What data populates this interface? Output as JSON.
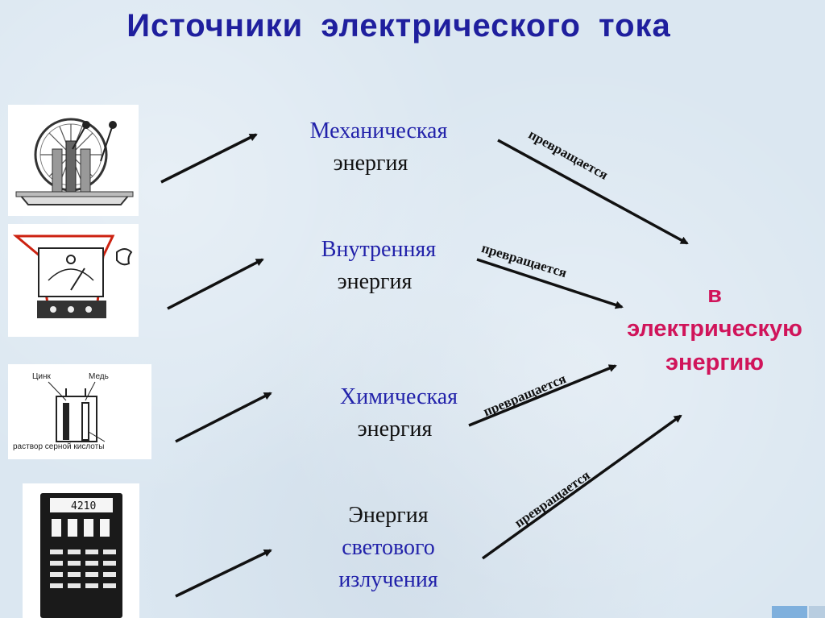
{
  "title": "Источники электрического тока",
  "sources": [
    {
      "id": "mechanical",
      "line1": "Механическая",
      "line2": "энергия"
    },
    {
      "id": "internal",
      "line1": "Внутренняя",
      "line2": "энергия"
    },
    {
      "id": "chemical",
      "line1": "Химическая",
      "line2": "энергия"
    },
    {
      "id": "light",
      "line1": "Энергия",
      "line2": "светового",
      "line3": "излучения"
    }
  ],
  "target": {
    "line1": "в",
    "line2": "электрическую",
    "line3": "энергию"
  },
  "arrow_label": "превращается",
  "chemical_device": {
    "zinc": "Цинк",
    "copper": "Медь",
    "acid": "раствор серной кислоты"
  },
  "calculator_display": "4210",
  "colors": {
    "title": "#1f1f9e",
    "target": "#d0145a",
    "source_blue": "#2222aa"
  }
}
